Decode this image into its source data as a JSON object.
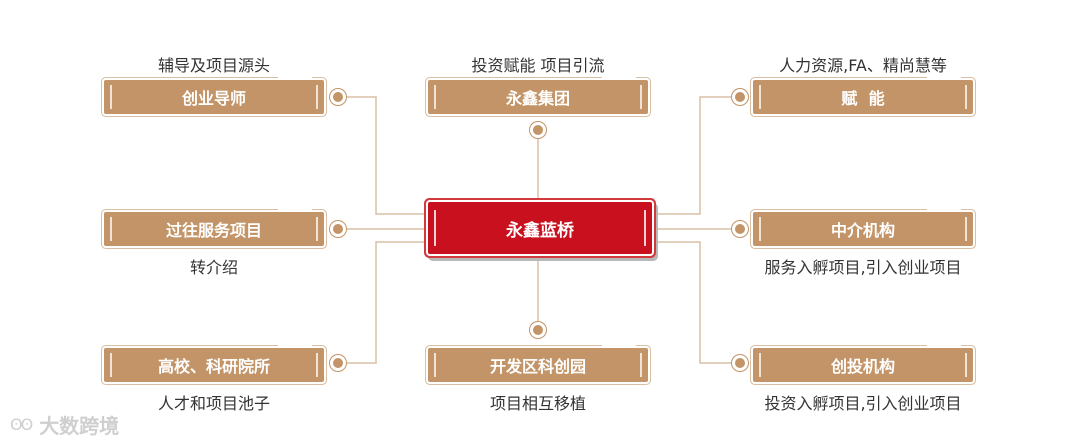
{
  "center": {
    "label": "永鑫蓝桥"
  },
  "nodes": {
    "mentor": {
      "label": "创业导师",
      "caption": "辅导及项目源头"
    },
    "group": {
      "label": "永鑫集团",
      "caption": "投资赋能 项目引流"
    },
    "empower": {
      "label": "赋  能",
      "caption": "人力资源,FA、精尚慧等"
    },
    "past": {
      "label": "过往服务项目",
      "caption": "转介绍"
    },
    "agency": {
      "label": "中介机构",
      "caption": "服务入孵项目,引入创业项目"
    },
    "university": {
      "label": "高校、科研院所",
      "caption": "人才和项目池子"
    },
    "park": {
      "label": "开发区科创园",
      "caption": "项目相互移植"
    },
    "vc": {
      "label": "创投机构",
      "caption": "投资入孵项目,引入创业项目"
    }
  },
  "colors": {
    "node_fill": "#c29467",
    "center_fill": "#c8101f",
    "connector": "#d9c0a5",
    "text": "#333333"
  },
  "watermark": {
    "logo": "ʘʘ",
    "text": "大数跨境"
  }
}
